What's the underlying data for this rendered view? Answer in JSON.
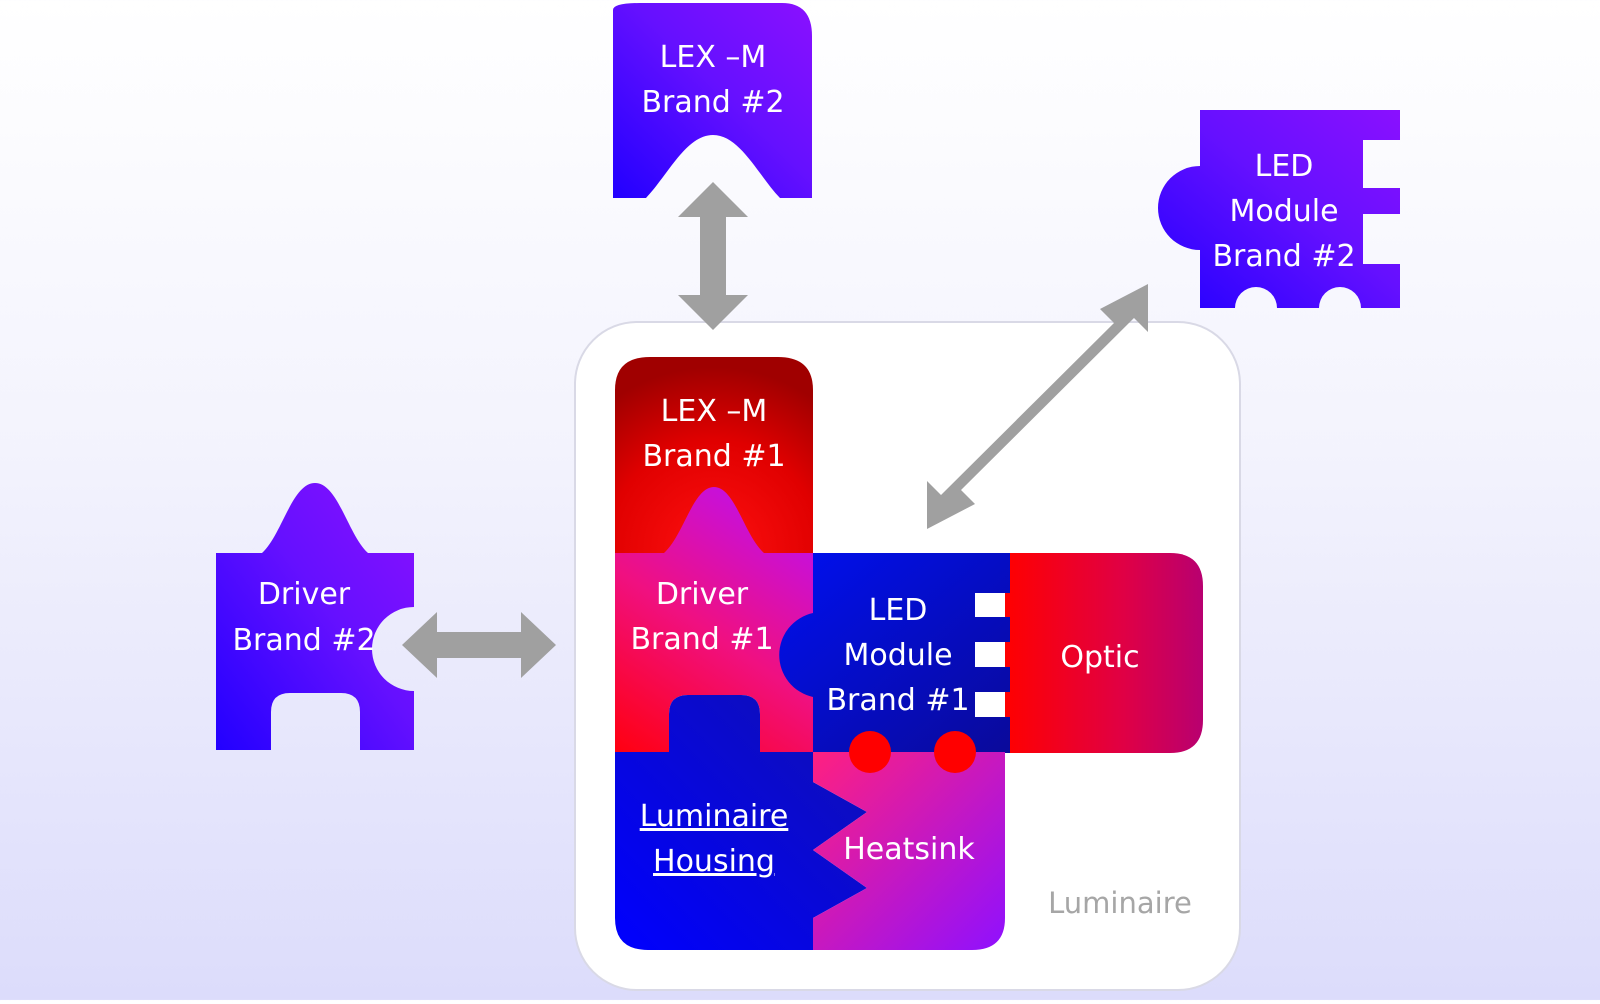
{
  "diagram": {
    "container_label": "Luminaire",
    "pieces": {
      "lexm_brand2": [
        "LEX –M",
        "Brand #2"
      ],
      "led_module_brand2": [
        "LED",
        "Module",
        "Brand #2"
      ],
      "driver_brand2": [
        "Driver",
        "Brand #2"
      ],
      "lexm_brand1": [
        "LEX –M",
        "Brand #1"
      ],
      "driver_brand1": [
        "Driver",
        "Brand #1"
      ],
      "led_module_brand1": [
        "LED",
        "Module",
        "Brand #1"
      ],
      "optic": [
        "Optic"
      ],
      "luminaire_housing": [
        "Luminaire",
        "Housing"
      ],
      "heatsink": [
        "Heatsink"
      ]
    }
  },
  "colors": {
    "brand2_piece": "#6f10ff",
    "arrow": "#a0a0a0",
    "luminaire_label": "#a6a6a6"
  }
}
